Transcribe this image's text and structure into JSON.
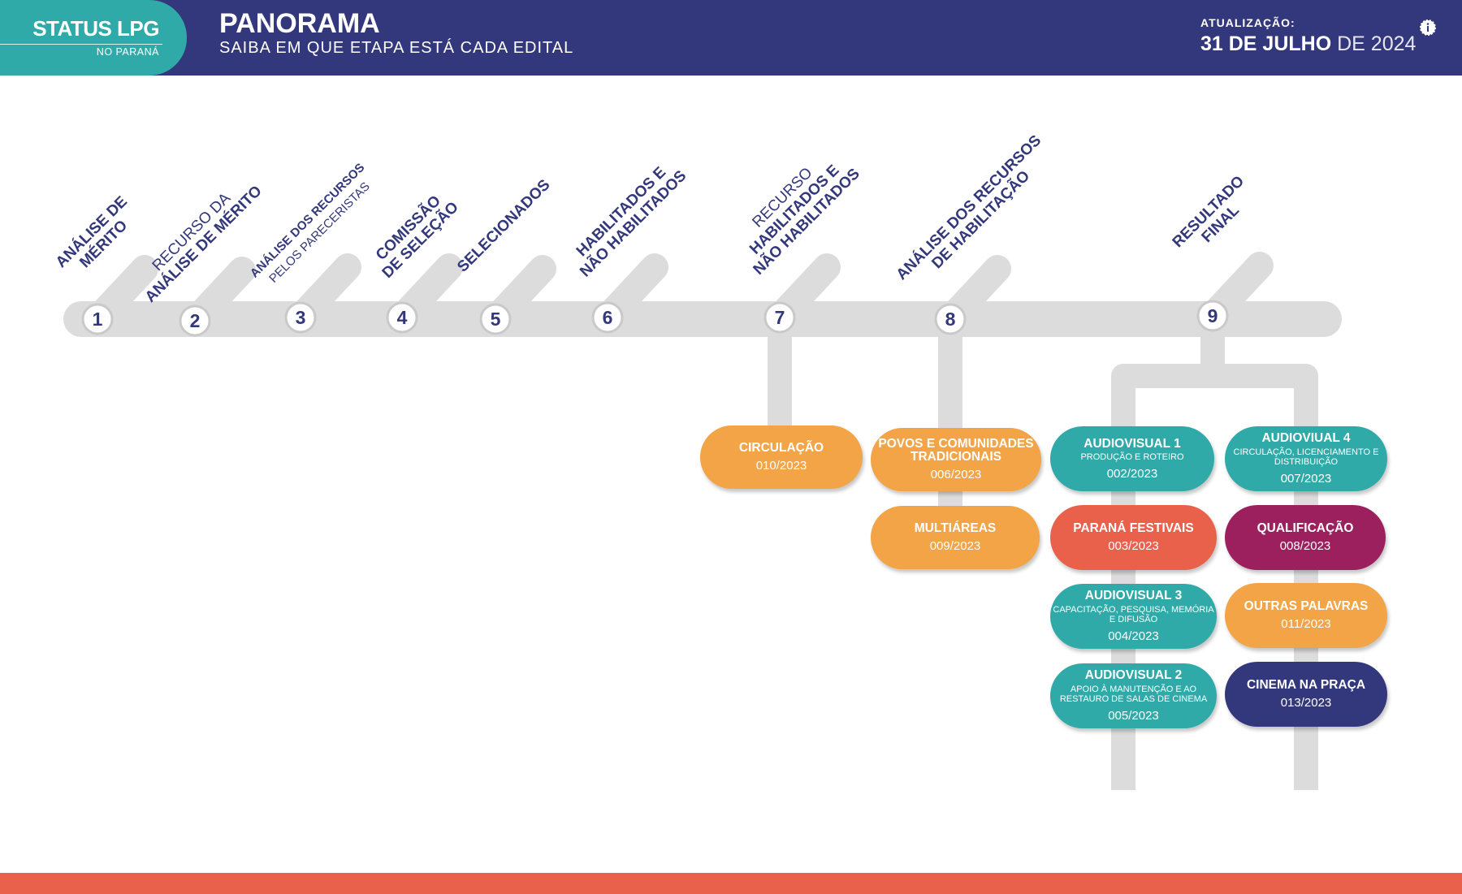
{
  "header": {
    "brand_title": "STATUS LPG",
    "brand_subtitle": "NO PARANÁ",
    "title": "PANORAMA",
    "subtitle": "SAIBA EM QUE ETAPA ESTÁ CADA EDITAL",
    "update_label": "ATUALIZAÇÃO:",
    "update_date_bold": "31 DE JULHO",
    "update_date_light": "DE 2024"
  },
  "colors": {
    "navy": "#33377b",
    "teal": "#2faaa8",
    "orange": "#f2a446",
    "coral": "#e9604b",
    "magenta": "#9c1f5e",
    "track": "#dcdcdc"
  },
  "steps": [
    {
      "num": "1",
      "label": [
        "ANÁLISE DE",
        "MÉRITO"
      ]
    },
    {
      "num": "2",
      "label": [
        "RECURSO DA",
        "ANÁLISE DE MÉRITO"
      ]
    },
    {
      "num": "3",
      "label": [
        "ANÁLISE DOS RECURSOS",
        "PELOS PARECERISTAS"
      ]
    },
    {
      "num": "4",
      "label": [
        "COMISSÃO",
        "DE SELEÇÃO"
      ]
    },
    {
      "num": "5",
      "label": [
        "SELECIONADOS"
      ]
    },
    {
      "num": "6",
      "label": [
        "HABILITADOS E",
        "NÃO HABILITADOS"
      ]
    },
    {
      "num": "7",
      "label": [
        "RECURSO",
        "HABILITADOS E",
        "NÃO HABILITADOS"
      ]
    },
    {
      "num": "8",
      "label": [
        "ANÁLISE DOS RECURSOS",
        "DE HABILITAÇÃO"
      ]
    },
    {
      "num": "9",
      "label": [
        "RESULTADO",
        "FINAL"
      ]
    }
  ],
  "editais": [
    {
      "name": "CIRCULAÇÃO",
      "desc": "",
      "code": "010/2023",
      "color": "#f2a446",
      "step": "7"
    },
    {
      "name": "POVOS E COMUNIDADES TRADICIONAIS",
      "desc": "",
      "code": "006/2023",
      "color": "#f2a446",
      "step": "8"
    },
    {
      "name": "MULTIÁREAS",
      "desc": "",
      "code": "009/2023",
      "color": "#f2a446",
      "step": "8"
    },
    {
      "name": "AUDIOVISUAL 1",
      "desc": "PRODUÇÃO E ROTEIRO",
      "code": "002/2023",
      "color": "#2faaa8",
      "step": "9"
    },
    {
      "name": "PARANÁ FESTIVAIS",
      "desc": "",
      "code": "003/2023",
      "color": "#e9604b",
      "step": "9"
    },
    {
      "name": "AUDIOVISUAL 3",
      "desc": "CAPACITAÇÃO, PESQUISA, MEMÓRIA E DIFUSÃO",
      "code": "004/2023",
      "color": "#2faaa8",
      "step": "9"
    },
    {
      "name": "AUDIOVISUAL 2",
      "desc": "APOIO À MANUTENÇÃO E AO RESTAURO DE SALAS DE CINEMA",
      "code": "005/2023",
      "color": "#2faaa8",
      "step": "9"
    },
    {
      "name": "AUDIOVIUAL 4",
      "desc": "CIRCULAÇÃO, LICENCIAMENTO E DISTRIBUIÇÃO",
      "code": "007/2023",
      "color": "#2faaa8",
      "step": "9"
    },
    {
      "name": "QUALIFICAÇÃO",
      "desc": "",
      "code": "008/2023",
      "color": "#9c1f5e",
      "step": "9"
    },
    {
      "name": "OUTRAS PALAVRAS",
      "desc": "",
      "code": "011/2023",
      "color": "#f2a446",
      "step": "9"
    },
    {
      "name": "CINEMA NA PRAÇA",
      "desc": "",
      "code": "013/2023",
      "color": "#33377b",
      "step": "9"
    }
  ]
}
